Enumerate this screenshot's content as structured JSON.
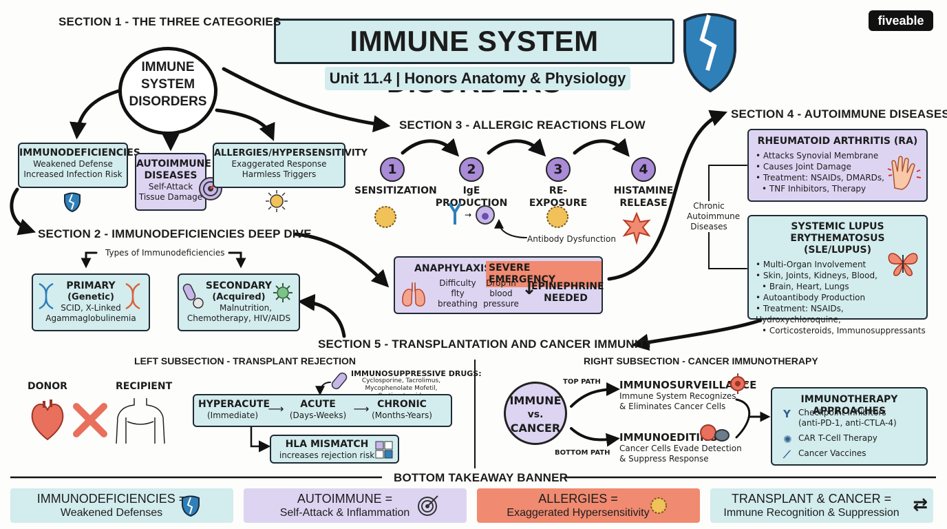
{
  "header": {
    "title": "IMMUNE SYSTEM DISORDERS",
    "subtitle": "Unit 11.4 | Honors Anatomy & Physiology",
    "brand": "fiveable"
  },
  "colors": {
    "teal": "#d3ecee",
    "lavender": "#ddd4f2",
    "coral": "#f08a70",
    "shield_blue": "#2f7fb8",
    "purple_circle": "#a98bd8"
  },
  "section1": {
    "heading": "SECTION 1 - THE THREE CATEGORIES",
    "center": [
      "IMMUNE",
      "SYSTEM",
      "DISORDERS"
    ],
    "immunodeficiencies": {
      "title": "IMMUNODEFICIENCIES",
      "lines": [
        "Weakened Defense",
        "Increased Infection Risk"
      ]
    },
    "autoimmune": {
      "title_lines": [
        "AUTOIMMUNE",
        "DISEASES"
      ],
      "lines": [
        "Self-Attack",
        "Tissue Damage"
      ]
    },
    "allergies": {
      "title": "ALLERGIES/HYPERSENSITIVITY",
      "lines": [
        "Exaggerated Response",
        "Harmless Triggers"
      ]
    }
  },
  "section2": {
    "heading": "SECTION 2 - IMMUNODEFICIENCIES DEEP DIVE",
    "types_label": "Types of Immunodeficiencies",
    "primary": {
      "title_lines": [
        "PRIMARY",
        "(Genetic)"
      ],
      "lines": [
        "SCID, X-Linked",
        "Agammaglobulinemia"
      ]
    },
    "secondary": {
      "title_lines": [
        "SECONDARY",
        "(Acquired)"
      ],
      "lines": [
        "Malnutrition,",
        "Chemotherapy, HIV/AIDS"
      ]
    }
  },
  "section3": {
    "heading": "SECTION 3 - ALLERGIC REACTIONS FLOW",
    "steps": [
      {
        "num": "1",
        "label": "SENSITIZATION"
      },
      {
        "num": "2",
        "label": "IgE PRODUCTION"
      },
      {
        "num": "3",
        "label": "RE-EXPOSURE"
      },
      {
        "num": "4",
        "label": "HISTAMINE\nRELEASE"
      }
    ],
    "antibody_note": "Antibody Dysfunction",
    "anaphylaxis": {
      "title": "ANAPHYLAXIS -",
      "emergency": "SEVERE EMERGENCY",
      "breathing": "Difficulty\nflty\nbreathing",
      "pressure": "Drop in\nblood\npressure",
      "epinephrine": "EPINEPHRINE\nNEEDED",
      "down_arrow": "↓"
    }
  },
  "section4": {
    "heading": "SECTION 4 - AUTOIMMUNE DISEASES",
    "bracket_label": "Chronic\nAutoimmune\nDiseases",
    "ra": {
      "title": "RHEUMATOID ARTHRITIS (RA)",
      "bullets": [
        "Attacks Synovial Membrane",
        "Causes Joint Damage",
        "Treatment: NSAIDs, DMARDs,",
        "TNF Inhibitors, Therapy"
      ]
    },
    "sle": {
      "title_lines": [
        "SYSTEMIC LUPUS ERYTHEMATOSUS",
        "(SLE/LUPUS)"
      ],
      "bullets": [
        "Multi-Organ Involvement",
        "Skin, Joints, Kidneys, Blood,",
        "Brain, Heart, Lungs",
        "Autoantibody Production",
        "Treatment: NSAIDs, Hydroxychloroquine,",
        "Corticosteroids, Immunosuppressants"
      ]
    }
  },
  "section5": {
    "heading": "SECTION 5 - TRANSPLANTATION AND CANCER IMMUNITY",
    "left": {
      "heading": "LEFT SUBSECTION - TRANSPLANT REJECTION",
      "donor": "DONOR",
      "recipient": "RECIPIENT",
      "drugs_title": "IMMUNOSUPPRESSIVE DRUGS:",
      "drugs_lines": [
        "Cyclosporine, Tacrolimus,",
        "Mycophenolate Mofetil, Corticosteroids"
      ],
      "stages": [
        {
          "name": "HYPERACUTE",
          "time": "(Immediate)"
        },
        {
          "name": "ACUTE",
          "time": "(Days-Weeks)"
        },
        {
          "name": "CHRONIC",
          "time": "(Months-Years)"
        }
      ],
      "stage_arrow": "⟶",
      "hla_title": "HLA MISMATCH",
      "hla_sub": "increases rejection risk"
    },
    "right": {
      "heading": "RIGHT SUBSECTION - CANCER IMMUNOTHERAPY",
      "circle_lines": [
        "IMMUNE",
        "vs.",
        "CANCER"
      ],
      "top_path": "TOP PATH",
      "bottom_path": "BOTTOM PATH",
      "surveillance": {
        "title": "IMMUNOSURVEILLANCE",
        "lines": [
          "Immune System Recognizes",
          "& Eliminates Cancer Cells"
        ]
      },
      "editing": {
        "title": "IMMUNOEDITING",
        "lines": [
          "Cancer Cells Evade Detection",
          "& Suppress Response"
        ]
      },
      "approaches": {
        "title": "IMMUNOTHERAPY APPROACHES",
        "items": [
          {
            "icon": "antibody-icon",
            "lines": [
              "Checkpoint Inhibitors",
              "(anti-PD-1, anti-CTLA-4)"
            ]
          },
          {
            "icon": "t-cell-icon",
            "lines": [
              "CAR T-Cell Therapy"
            ]
          },
          {
            "icon": "syringe-icon",
            "lines": [
              "Cancer Vaccines"
            ]
          }
        ]
      }
    }
  },
  "banner": {
    "heading": "BOTTOM TAKEAWAY BANNER",
    "cards": [
      {
        "title": "IMMUNODEFICIENCIES =",
        "sub": "Weakened Defenses",
        "color": "#d3ecee",
        "icon": "shield-icon"
      },
      {
        "title": "AUTOIMMUNE =",
        "sub": "Self-Attack & Inflammation",
        "color": "#ddd4f2",
        "icon": "target-icon"
      },
      {
        "title": "ALLERGIES =",
        "sub": "Exaggerated Hypersensitivity",
        "color": "#f08a70",
        "icon": "pollen-icon"
      },
      {
        "title": "TRANSPLANT & CANCER =",
        "sub": "Immune Recognition & Suppression",
        "color": "#d3ecee",
        "icon": "swap-arrows-icon",
        "glyph": "⇄"
      }
    ]
  }
}
